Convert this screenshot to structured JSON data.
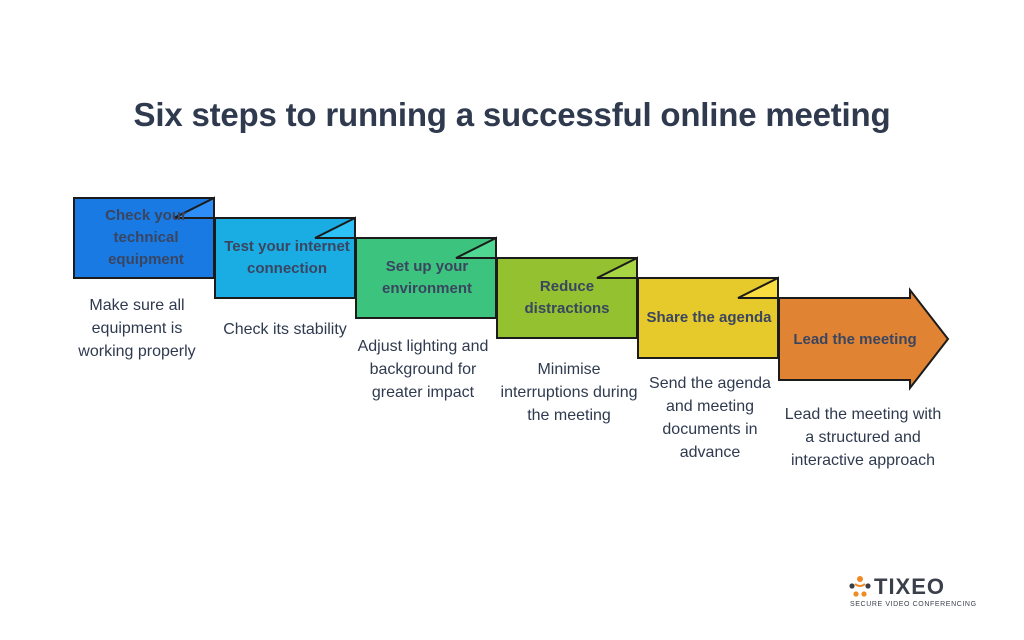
{
  "title": "Six steps to running a successful online meeting",
  "steps": [
    {
      "label": "Check your technical equipment",
      "description": "Make sure all equipment is working properly",
      "color": "#1a7ae3"
    },
    {
      "label": "Test your internet connection",
      "description": "Check its stability",
      "color": "#19ade3"
    },
    {
      "label": "Set up your environment",
      "description": "Adjust lighting and background for greater impact",
      "color": "#3cc47e"
    },
    {
      "label": "Reduce distractions",
      "description": "Minimise interruptions during the meeting",
      "color": "#94c12f"
    },
    {
      "label": "Share the agenda",
      "description": "Send the agenda and meeting documents in advance",
      "color": "#e6c92b"
    },
    {
      "label": "Lead the meeting",
      "description": "Lead the meeting with a structured and interactive approach",
      "color": "#e08433"
    }
  ],
  "logo": {
    "brand": "TIXEO",
    "tagline": "SECURE VIDEO CONFERENCING",
    "accent": "#f08a24"
  }
}
